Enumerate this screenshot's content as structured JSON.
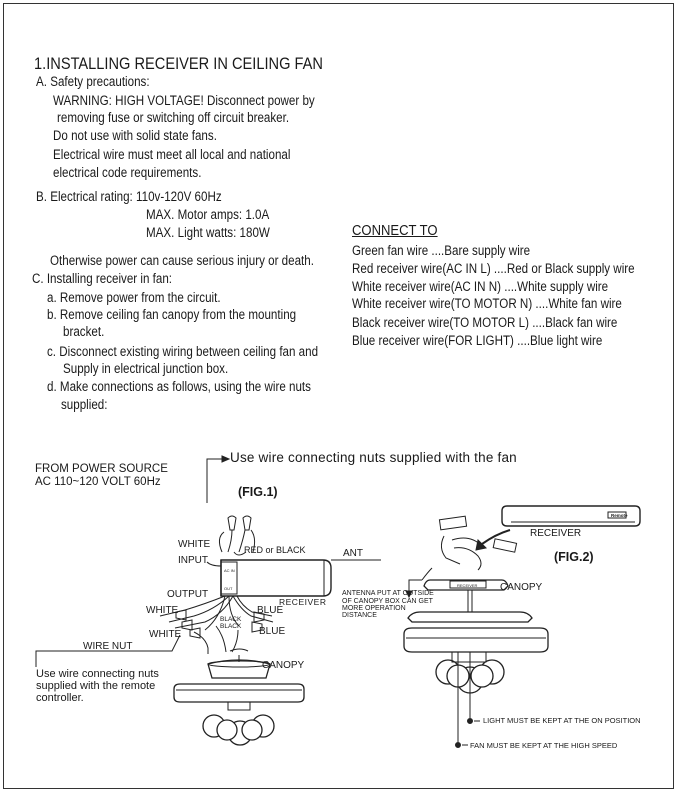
{
  "document": {
    "title": "1.INSTALLING RECEIVER IN CEILING FAN",
    "sectionA": {
      "heading": "A. Safety precautions:",
      "lines": [
        "WARNING: HIGH VOLTAGE!  Disconnect power by",
        "removing fuse or switching off circuit breaker.",
        "Do not use with solid state fans.",
        "Electrical wire must meet all local and national",
        "electrical code requirements."
      ]
    },
    "sectionB": {
      "heading": "B. Electrical rating: 110v-120V  60Hz",
      "lines": [
        "MAX. Motor amps: 1.0A",
        "MAX. Light watts: 180W"
      ]
    },
    "warning_line": "Otherwise power can cause serious injury or death.",
    "sectionC": {
      "heading": "C. Installing receiver in fan:",
      "steps": [
        "a. Remove power from the circuit.",
        "b. Remove ceiling fan canopy from the mounting",
        "bracket.",
        "c. Disconnect existing wiring between ceiling fan and",
        "Supply in electrical junction box.",
        "d. Make connections as follows, using the wire nuts",
        "supplied:"
      ]
    },
    "connect": {
      "heading": "CONNECT     TO",
      "rows": [
        "Green fan wire ....Bare supply wire",
        "Red receiver wire(AC IN L) ....Red or Black  supply wire",
        "White receiver wire(AC IN N) ....White supply wire",
        "White receiver wire(TO MOTOR N) ....White fan wire",
        "Black receiver wire(TO MOTOR L) ....Black fan wire",
        "Blue receiver wire(FOR LIGHT) ....Blue light wire"
      ]
    }
  },
  "diagram": {
    "use_nuts_fan": "Use wire connecting nuts supplied  with the fan",
    "from_power_1": "FROM POWER SOURCE",
    "from_power_2": "AC 110~120 VOLT 60Hz",
    "fig1": "(FIG.1)",
    "fig2": "(FIG.2)",
    "white_top": "WHITE",
    "input": "INPUT",
    "red_or_black": "RED or BLACK",
    "ant": "ANT",
    "output": "OUTPUT",
    "receiver_label_fig1": "RECEIVER",
    "white_left": "WHITE",
    "blue_right": "BLUE",
    "white_bottom": "WHITE",
    "blue_bottom": "BLUE",
    "black_1": "BLACK",
    "black_2": "BLACK",
    "wire_nut": "WIRE NUT",
    "use_nuts_remote_1": "Use wire connecting nuts",
    "use_nuts_remote_2": "supplied with the remote",
    "use_nuts_remote_3": "controller.",
    "canopy_fig1": "CANOPY",
    "antenna_note": [
      "ANTENNA PUT AT OUTSIDE",
      "OF CANOPY BOX CAN GET",
      "MORE OPERATION",
      "DISTANCE"
    ],
    "receiver_label_fig2": "RECEIVER",
    "canopy_fig2": "CANOPY",
    "light_note": "LIGHT MUST BE  KEPT AT THE  ON POSITION",
    "fan_note": "FAN MUST BE KEPT AT THE HIGH SPEED"
  }
}
